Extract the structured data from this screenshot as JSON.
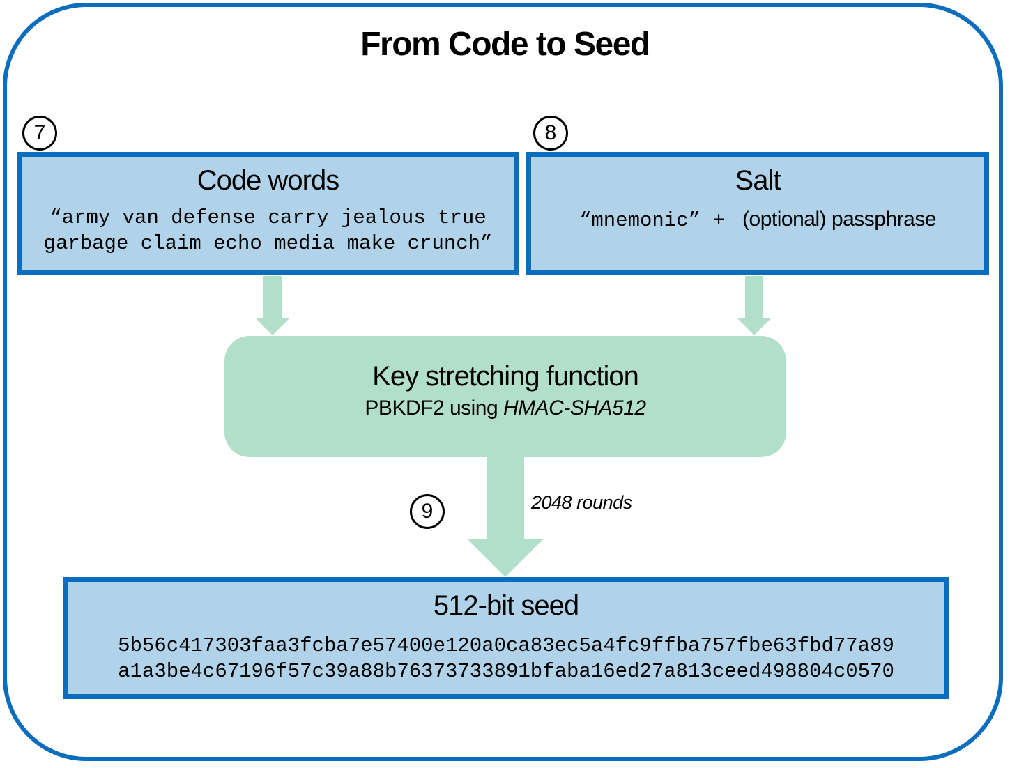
{
  "title": "From Code to Seed",
  "code_words": {
    "number": "7",
    "heading": "Code words",
    "line1": "“army van defense carry jealous true",
    "line2": "garbage claim echo media make crunch”"
  },
  "salt": {
    "number": "8",
    "heading": "Salt",
    "mnemonic": "“mnemonic” + ",
    "passphrase": " (optional) passphrase"
  },
  "kdf": {
    "heading": "Key stretching function",
    "sub_prefix": "PBKDF2 using ",
    "sub_italic": "HMAC-SHA512"
  },
  "rounds": {
    "number": "9",
    "label": "2048 rounds"
  },
  "seed": {
    "heading": "512-bit seed",
    "line1": "5b56c417303faa3fcba7e57400e120a0ca83ec5a4fc9ffba757fbe63fbd77a89",
    "line2": "a1a3be4c67196f57c39a88b76373733891bfaba16ed27a813ceed498804c0570"
  },
  "colors": {
    "frame": "#0a6dbd",
    "box_fill": "#b1d3ea",
    "kdf_fill": "#b2dfc9",
    "arrow": "#b2dfc9"
  }
}
